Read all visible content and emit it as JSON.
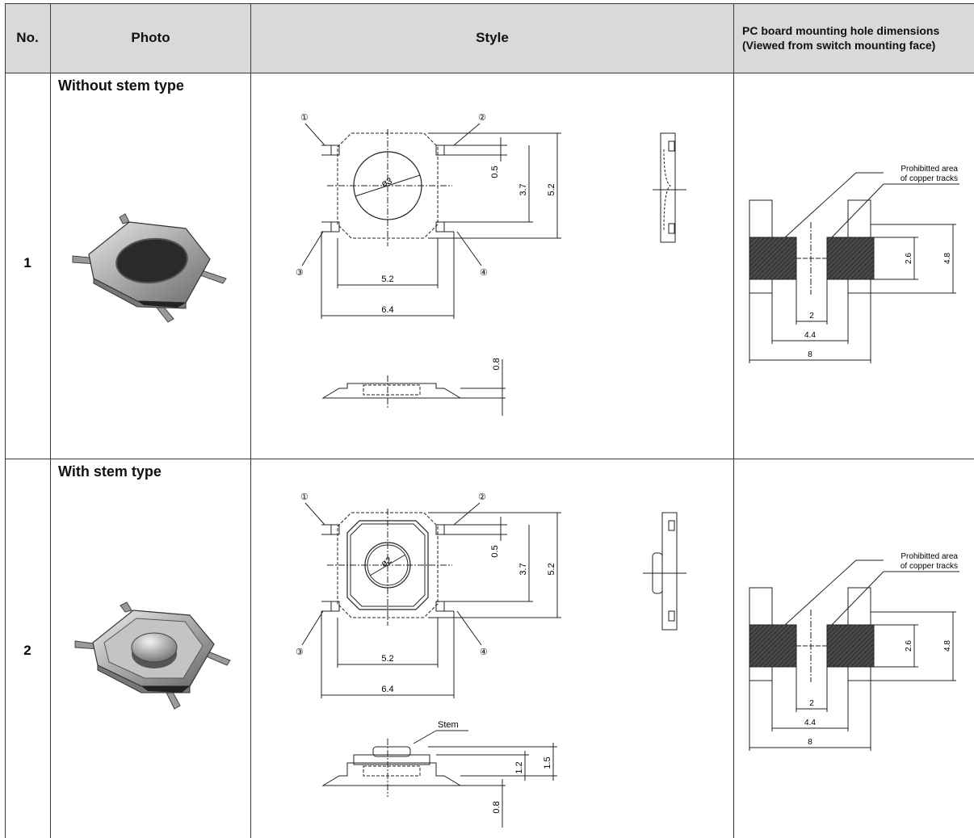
{
  "header": {
    "no": "No.",
    "photo": "Photo",
    "style": "Style",
    "pcb_line1": "PC board mounting hole dimensions",
    "pcb_line2": "(Viewed from switch mounting face)"
  },
  "rows": [
    {
      "no": "1",
      "title": "Without stem type",
      "style": {
        "diameter": "ø3",
        "d_0_5": "0.5",
        "d_3_7": "3.7",
        "d_5_2v": "5.2",
        "d_5_2h": "5.2",
        "d_6_4": "6.4",
        "d_0_8": "0.8",
        "terminals": [
          "①",
          "②",
          "③",
          "④"
        ]
      },
      "pcb": {
        "note1": "Prohibitted area",
        "note2": "of copper tracks",
        "d_2_6": "2.6",
        "d_4_8": "4.8",
        "d_2": "2",
        "d_4_4": "4.4",
        "d_8": "8"
      }
    },
    {
      "no": "2",
      "title": "With stem type",
      "style": {
        "diameter": "ø2",
        "d_0_5": "0.5",
        "d_3_7": "3.7",
        "d_5_2v": "5.2",
        "d_5_2h": "5.2",
        "d_6_4": "6.4",
        "d_0_8": "0.8",
        "d_1_2": "1.2",
        "d_1_5": "1.5",
        "stem": "Stem",
        "terminals": [
          "①",
          "②",
          "③",
          "④"
        ]
      },
      "pcb": {
        "note1": "Prohibitted area",
        "note2": "of copper tracks",
        "d_2_6": "2.6",
        "d_4_8": "4.8",
        "d_2": "2",
        "d_4_4": "4.4",
        "d_8": "8"
      }
    }
  ]
}
